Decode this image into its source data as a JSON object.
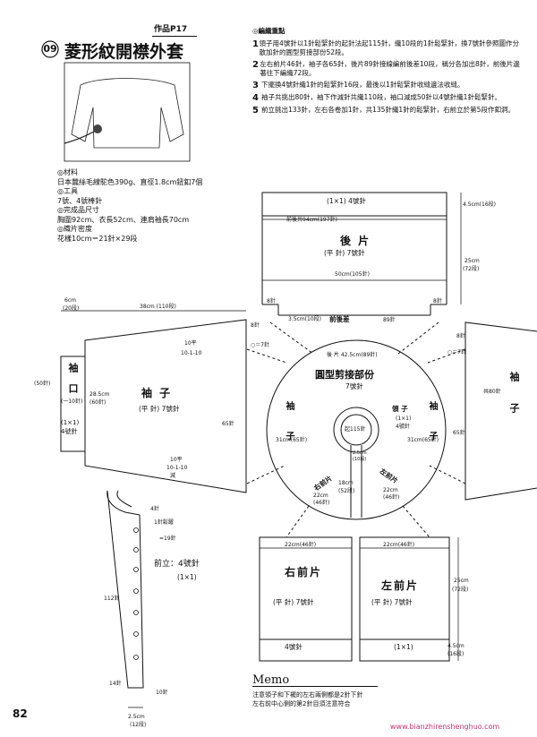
{
  "header": {
    "work_ref": "作品P17",
    "number": "09",
    "title": "菱形紋開襟外套"
  },
  "notes": {
    "heading": "◎編織重點",
    "items": [
      {
        "num": "1",
        "text": "領子用4號針以1針鬆緊針的起針法起115針，織10段的1針鬆緊針，換7號針參照圖作分散加針的圓型剪接部份52段。"
      },
      {
        "num": "2",
        "text": "左右前片46針，袖子各65針，後片89針接線編前後差10段，稱分各加出8針，前後片邊著往下編織72段。"
      },
      {
        "num": "3",
        "text": "下擺換4號針織1針的鬆緊針16段，最後以1針鬆緊針收縫邊法收縫。"
      },
      {
        "num": "4",
        "text": "袖子共挑出80針，袖下作減針共織110段，袖口減成50針以4號針織1針鬆緊針。"
      },
      {
        "num": "5",
        "text": "前立挑出133針，左右各卷加1針，共135針織1針的鬆緊針，右前立於第5段作釦洞。"
      }
    ]
  },
  "info": {
    "material_h": "◎材料",
    "material": "日本蠶絲毛線駝色390g、直徑1.8cm鈕釦7個",
    "tools_h": "◎工具",
    "tools": "7號、4號棒針",
    "size_h": "◎完成品尺寸",
    "size": "胸圍92cm、衣長52cm、連肩袖長70cm",
    "gauge_h": "◎織片密度",
    "gauge": "花樣10cm＝21針×29段"
  },
  "back": {
    "ribbing": "(1×1) 4號針",
    "cast": "前後共94cm(197針)",
    "name": "後 片",
    "stitch": "(平 針) 7號針",
    "width": "50cm(105針)",
    "hem_h": "4.5cm(16段)",
    "len": "25cm",
    "len2": "(72段)",
    "add": "8針",
    "diff_w": "3.5cm(10段)",
    "diff": "前後差",
    "rem": "89針"
  },
  "sleeve_l": {
    "top_w": "6cm",
    "top_w2": "(20段)",
    "len": "38cm (110段)",
    "cuff": "袖 口",
    "cuff_dec": "(一10針)",
    "cuff_w": "(50針)",
    "cuff_st": "(1×1)",
    "cuff_st2": "4號針",
    "w": "28.5cm",
    "w2": "(60針)",
    "name": "袖 子",
    "stitch": "(平 針) 7號針",
    "st65": "65針",
    "dec_top": "10平",
    "dec_top2": "10-1-10",
    "dec_bot": "10平",
    "dec_bot2": "10-1-10",
    "dec_bot3": "減",
    "add": "8針",
    "add2": "○＝7針"
  },
  "yoke": {
    "back_label": "後 片 42.5cm(89針)",
    "name": "圓型剪接部份",
    "stitch": "7號針",
    "sleeve": "袖 子",
    "sleeve_r": "袖 子",
    "left_w": "31cm(65針)",
    "right_w": "31cm(65針)",
    "collar": "領 子",
    "collar_st": "(1×1)",
    "collar_st2": "4號針",
    "collar_cast": "起115針",
    "rf": "右前片",
    "rf_w": "22cm",
    "rf_w2": "(46針)",
    "lf": "左前片",
    "lf_w": "22cm",
    "lf_w2": "(46針)",
    "depth": "18cm",
    "depth2": "(52段)",
    "collar_depth": "2.5cm",
    "collar_depth2": "(10段)"
  },
  "sleeve_r": {
    "name": "袖 子",
    "st80": "共80針",
    "st65": "65針",
    "add": "8針",
    "add2": "○＝7針"
  },
  "fronts": {
    "right_w": "22cm(46針)",
    "right_name": "右前片",
    "right_stitch": "(平 針) 7號針",
    "left_w": "22cm(46針)",
    "left_name": "左前片",
    "left_stitch": "(平 針) 7號針",
    "hem_st": "4號針",
    "hem_st2": "(1×1)",
    "len": "25cm",
    "len2": "(72段)",
    "hem_h": "4.5cm",
    "hem_h2": "(16段)"
  },
  "placket": {
    "name": "前立：4號針",
    "stitch": "(1×1)",
    "top1": "4針",
    "top2": "1針鬆躍",
    "hole": "=19針",
    "len": "112針",
    "bot1": "14針",
    "bot2": "10針",
    "w": "2.5cm",
    "w2": "(12段)"
  },
  "memo": {
    "title": "Memo",
    "line1": "注意領子和下襬的左右兩側都是2針下針",
    "line2": "左右前中心側的第2針目須注意符合"
  },
  "page_number": "82",
  "watermark": "www.bianzhirenshenghuo.com"
}
